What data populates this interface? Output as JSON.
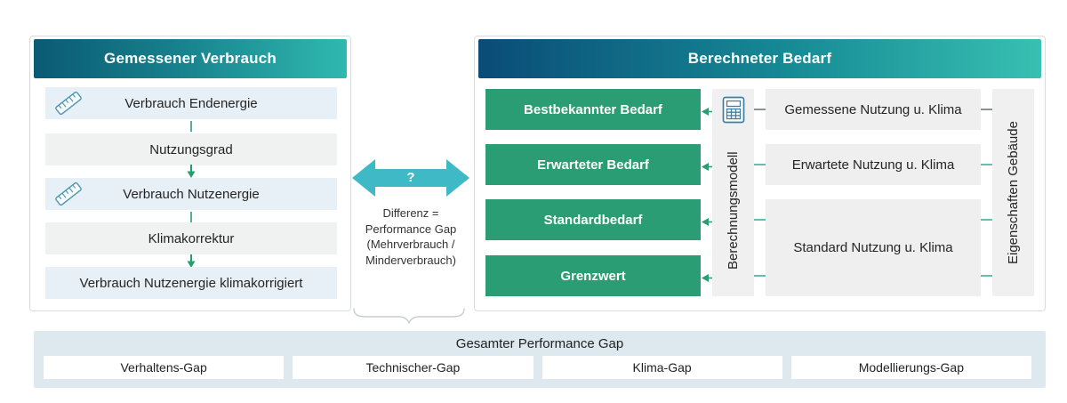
{
  "left_panel": {
    "title": "Gemessener Verbrauch",
    "rows": [
      {
        "label": "Verbrauch Endenergie",
        "icon": "ruler-icon"
      },
      {
        "label": "Nutzungsgrad",
        "icon": null
      },
      {
        "label": "Verbrauch Nutzenergie",
        "icon": "ruler-icon"
      },
      {
        "label": "Klimakorrektur",
        "icon": null
      },
      {
        "label": "Verbrauch Nutzenergie klimakorrigiert",
        "icon": null
      }
    ]
  },
  "gap_connector": {
    "label": "?",
    "caption": [
      "Differenz =",
      "Performance Gap",
      "(Mehrverbrauch /",
      "Minderverbrauch)"
    ]
  },
  "right_panel": {
    "title": "Berechneter Bedarf",
    "demand_boxes": [
      {
        "label": "Bestbekannter Bedarf"
      },
      {
        "label": "Erwarteter Bedarf"
      },
      {
        "label": "Standardbedarf"
      },
      {
        "label": "Grenzwert"
      }
    ],
    "model_column": {
      "label": "Berechnungsmodell",
      "icon": "calculator-icon"
    },
    "input_boxes": [
      {
        "label": "Gemessene Nutzung u. Klima"
      },
      {
        "label": "Erwartete Nutzung u. Klima"
      },
      {
        "label": "Standard Nutzung u. Klima"
      }
    ],
    "building_column": {
      "label": "Eigenschaften Gebäude"
    }
  },
  "bottom_bar": {
    "title": "Gesamter Performance Gap",
    "gaps": [
      {
        "label": "Verhaltens-Gap"
      },
      {
        "label": "Technischer-Gap"
      },
      {
        "label": "Klima-Gap"
      },
      {
        "label": "Modellierungs-Gap"
      }
    ]
  },
  "colors": {
    "header_gradient_left_start": "#0a5a74",
    "header_gradient_left_end": "#2fb9af",
    "header_gradient_right_start": "#0a4c77",
    "header_gradient_right_end": "#38c0b2",
    "demand_green": "#2a9d74",
    "double_arrow_teal": "#3eb9c5",
    "measured_box_bg": "#e8f0f7",
    "process_box_bg": "#f0f1f1",
    "input_box_bg": "#efefef",
    "bottom_bar_bg": "#dde8ef",
    "connector_teal": "#4faf99",
    "connector_gray": "#8d9193"
  }
}
